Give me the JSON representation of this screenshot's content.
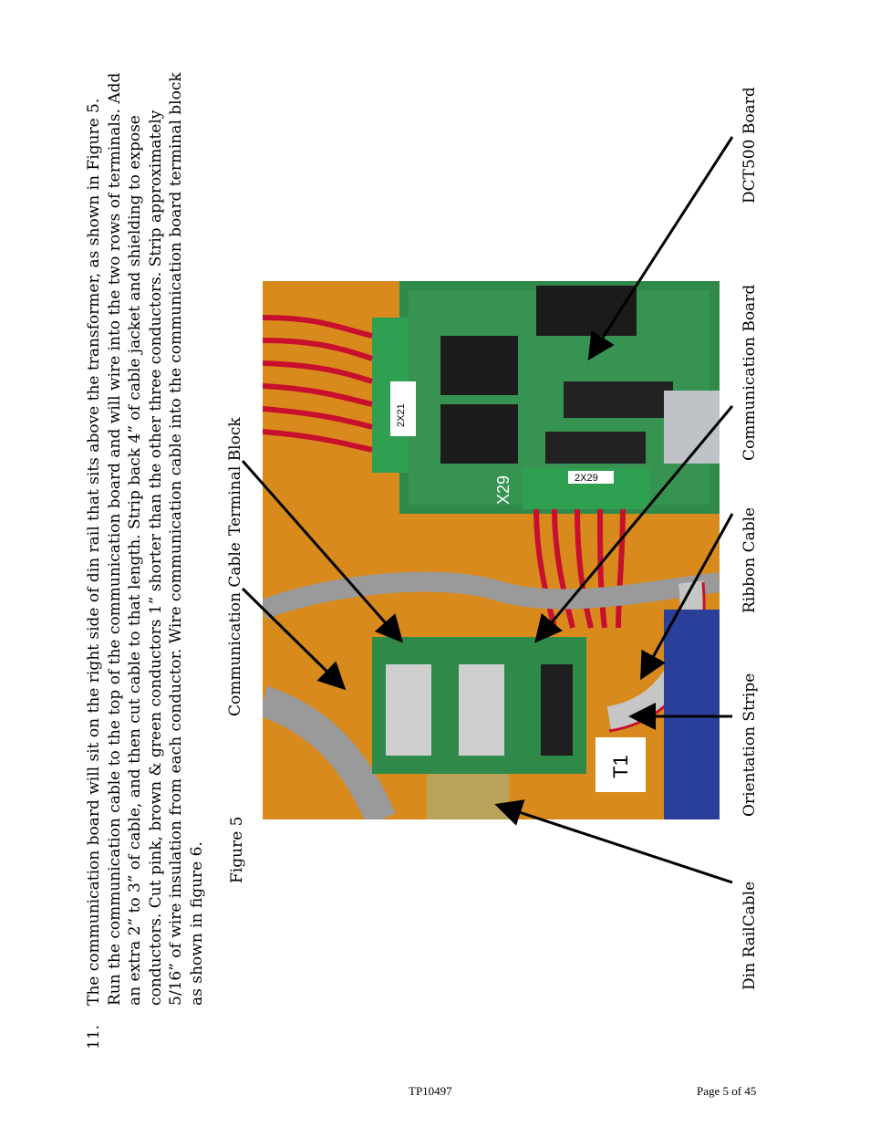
{
  "step": {
    "number": "11.",
    "text": "The communication board will sit on the right side of din rail that sits above the transformer, as shown in Figure 5. Run the communication cable to the top of the communication board and will wire into the two rows of terminals. Add an extra 2” to 3” of cable, and then cut cable to that length. Strip back 4” of cable jacket and shielding to expose conductors. Cut pink, brown & green conductors 1” shorter than the other three conductors. Strip approximately 5/16” of wire insulation from each conductor. Wire communication cable into the communication board terminal block as shown in figure 6."
  },
  "figure": {
    "caption": "Figure 5",
    "photo_labels": {
      "terminal_2x21": "2X21",
      "terminal_2x29": "2X29",
      "x29": "X29",
      "t1": "T1"
    },
    "callouts": {
      "communication_cable": "Communication Cable",
      "terminal_block": "Terminal Block",
      "din_rail_cable": "Din RailCable",
      "orientation_stripe": "Orientation Stripe",
      "ribbon_cable": "Ribbon Cable",
      "communication_board": "Communication Board",
      "dct500_board": "DCT500 Board"
    }
  },
  "footer": {
    "doc_id": "TP10497",
    "page": "Page 5 of 45"
  }
}
